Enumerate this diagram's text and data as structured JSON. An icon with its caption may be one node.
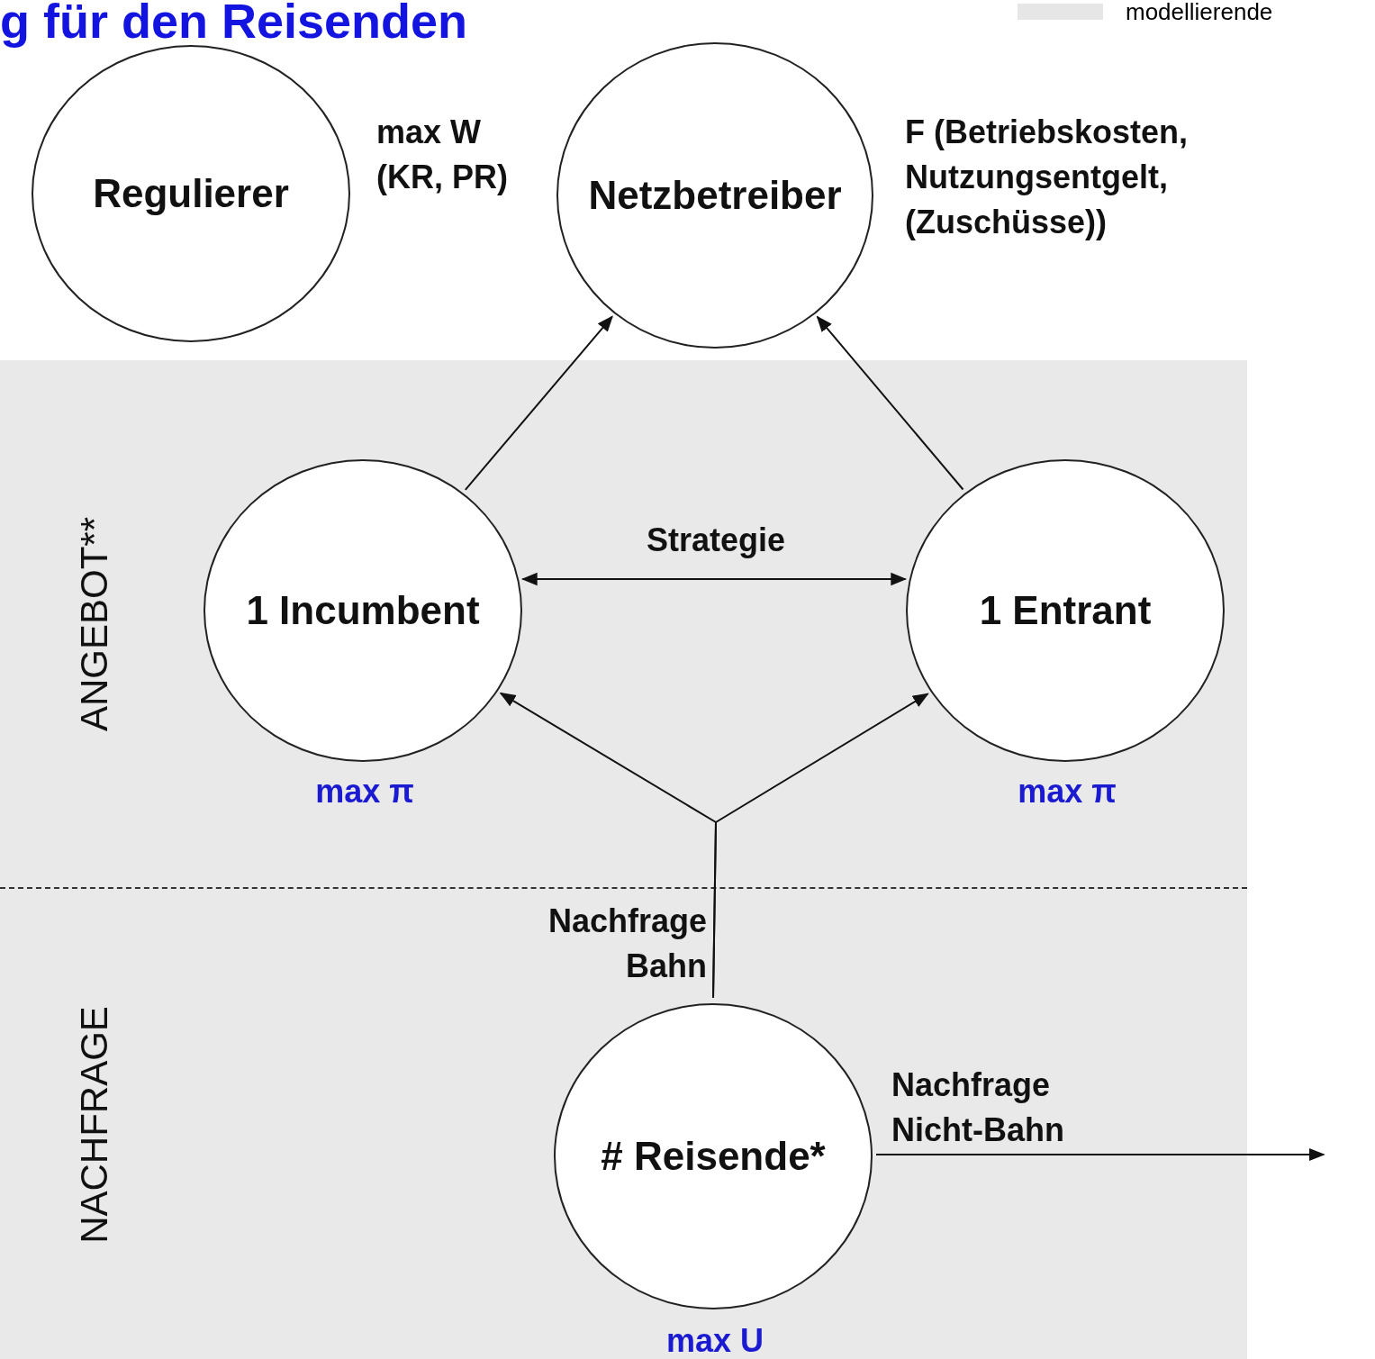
{
  "diagram": {
    "title": "g für den Reisenden",
    "nodes": [
      {
        "text": [
          "Regulierer"
        ],
        "beside": [
          "max W (KR, PR)"
        ]
      },
      {
        "text": [
          "Netzbetreiber"
        ],
        "beside": [
          "F (Betriebskosten, Nutzungsentgelt, (Zuschüsse))"
        ]
      },
      {
        "text": [
          "ANGEBOT**"
        ]
      },
      {
        "text": [
          "1 Incumbent"
        ],
        "in": 2,
        "beside": [
          "max π"
        ]
      },
      {
        "text": [
          "1 Entrant"
        ],
        "in": 2,
        "beside": [
          "max π"
        ]
      },
      {
        "text": [
          "NACHFRAGE"
        ]
      },
      {
        "text": [
          "# Reisende*"
        ],
        "in": 5,
        "beside": [
          "max U"
        ]
      }
    ],
    "edges": [
      {
        "from": 3,
        "to": 1,
        "arrow": "to"
      },
      {
        "from": 4,
        "to": 1,
        "arrow": "to"
      },
      {
        "from": 3,
        "to": 4,
        "arrow": "both",
        "label": "Strategie"
      },
      {
        "from": 6,
        "to": 3,
        "arrow": "to",
        "label": "Nachfrage Bahn"
      },
      {
        "from": 6,
        "to": 4,
        "arrow": "to"
      },
      {
        "from": 6,
        "to": null,
        "arrow": "to",
        "label": "Nachfrage Nicht-Bahn"
      }
    ],
    "legend": [
      {
        "text": "modellierende",
        "color": "#e6e6e6"
      }
    ]
  }
}
